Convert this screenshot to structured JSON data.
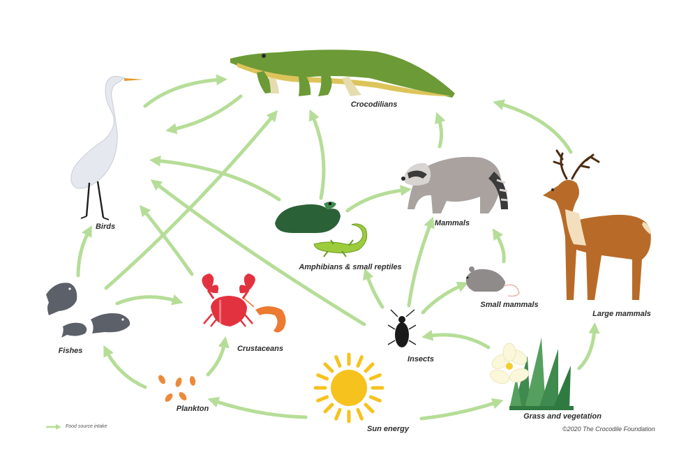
{
  "nodes": {
    "crocodilians": "Crocodilians",
    "birds": "Birds",
    "mammals": "Mammals",
    "amphibians": "Amphibians & small reptiles",
    "small_mammals": "Small mammals",
    "large_mammals": "Large mammals",
    "fishes": "Fishes",
    "crustaceans": "Crustaceans",
    "insects": "Insects",
    "plankton": "Plankton",
    "sun": "Sun energy",
    "grass": "Grass and vegetation"
  },
  "legend": {
    "label": "Food source intake"
  },
  "footer": {
    "copyright": "©2020 The Crocodile Foundation"
  },
  "colors": {
    "arrow": "#b5dd97",
    "croc": "#6c9a36",
    "bird": "#e6e8ef",
    "fish": "#5c6068",
    "crab": "#e3323f",
    "sun": "#f6c21d",
    "grass": "#3f8a4e",
    "deer": "#b86b28",
    "raccoon": "#a9a29f",
    "frog": "#2b6136",
    "lizard": "#9ccc3c"
  }
}
